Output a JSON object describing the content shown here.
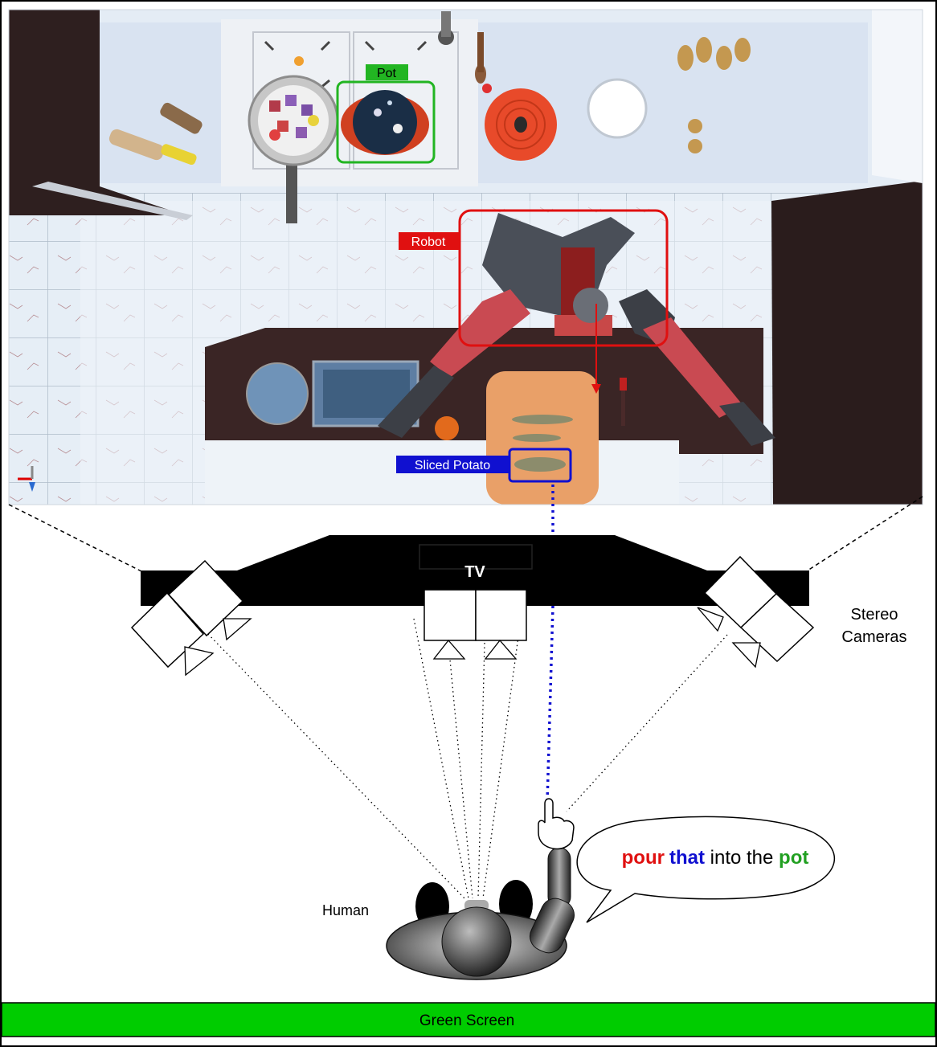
{
  "labels": {
    "pot": "Pot",
    "robot": "Robot",
    "sliced_potato": "Sliced Potato",
    "tv": "TV",
    "stereo_cameras_line1": "Stereo",
    "stereo_cameras_line2": "Cameras",
    "human": "Human",
    "green_screen": "Green Screen"
  },
  "speech": {
    "word1": "pour",
    "word2": "that",
    "rest": " into the ",
    "word3": "pot"
  },
  "colors": {
    "pot_box": "#22b522",
    "robot_box": "#e01010",
    "potato_box": "#1010d0",
    "green_screen": "#00cc00",
    "tv": "#000000"
  }
}
